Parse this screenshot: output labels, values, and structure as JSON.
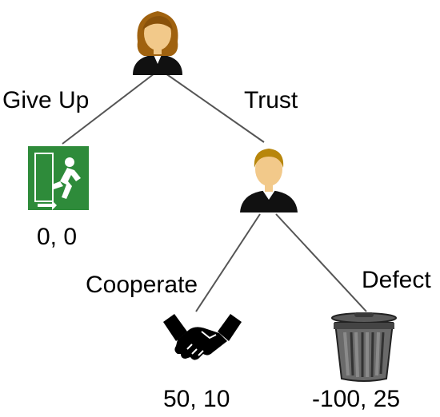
{
  "players": {
    "first": {
      "icon": "woman-avatar-icon"
    },
    "second": {
      "icon": "man-avatar-icon"
    }
  },
  "actions": {
    "give_up": "Give Up",
    "trust": "Trust",
    "cooperate": "Cooperate",
    "defect": "Defect"
  },
  "outcomes": {
    "give_up": {
      "icon": "emergency-exit-icon",
      "payoff": "0, 0"
    },
    "cooperate": {
      "icon": "handshake-icon",
      "payoff": "50, 10"
    },
    "defect": {
      "icon": "trash-can-icon",
      "payoff": "-100, 25"
    }
  },
  "colors": {
    "edge": "#555555",
    "exit_sign_green": "#2e8b3a",
    "avatar_hair_woman": "#a0620f",
    "avatar_hair_man": "#b8860b",
    "skin": "#f2c98a",
    "suit": "#111111"
  }
}
